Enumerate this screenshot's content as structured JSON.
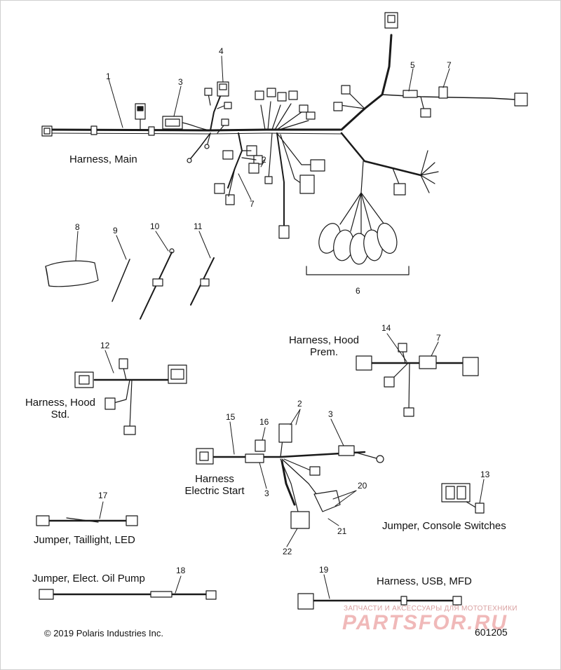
{
  "labels": {
    "harness_main": "Harness, Main",
    "hood_prem": "Harness, Hood\nPrem.",
    "hood_std": "Harness, Hood\nStd.",
    "electric_start": "Harness\nElectric Start",
    "taillight": "Jumper, Taillight, LED",
    "console_switches": "Jumper, Console Switches",
    "oil_pump": "Jumper, Elect. Oil Pump",
    "usb_mfd": "Harness, USB, MFD"
  },
  "callouts": {
    "c1": "1",
    "c3a": "3",
    "c4": "4",
    "c2a": "2",
    "c7a": "7",
    "c5": "5",
    "c7b": "7",
    "c6": "6",
    "c8": "8",
    "c9": "9",
    "c10": "10",
    "c11": "11",
    "c12": "12",
    "c14": "14",
    "c7c": "7",
    "c15": "15",
    "c16": "16",
    "c2b": "2",
    "c3b": "3",
    "c3c": "3",
    "c20": "20",
    "c21": "21",
    "c22": "22",
    "c17": "17",
    "c13": "13",
    "c18": "18",
    "c19": "19"
  },
  "footer": {
    "copyright": "© 2019 Polaris Industries Inc.",
    "diagram_code": "601205"
  },
  "watermark": {
    "tagline": "ЗАПЧАСТИ И АКСЕССУАРЫ ДЛЯ МОТОТЕХНИКИ",
    "brand": "PARTSFOR.RU"
  },
  "colors": {
    "line": "#1a1a1a",
    "watermark": "#f0b9b9"
  }
}
